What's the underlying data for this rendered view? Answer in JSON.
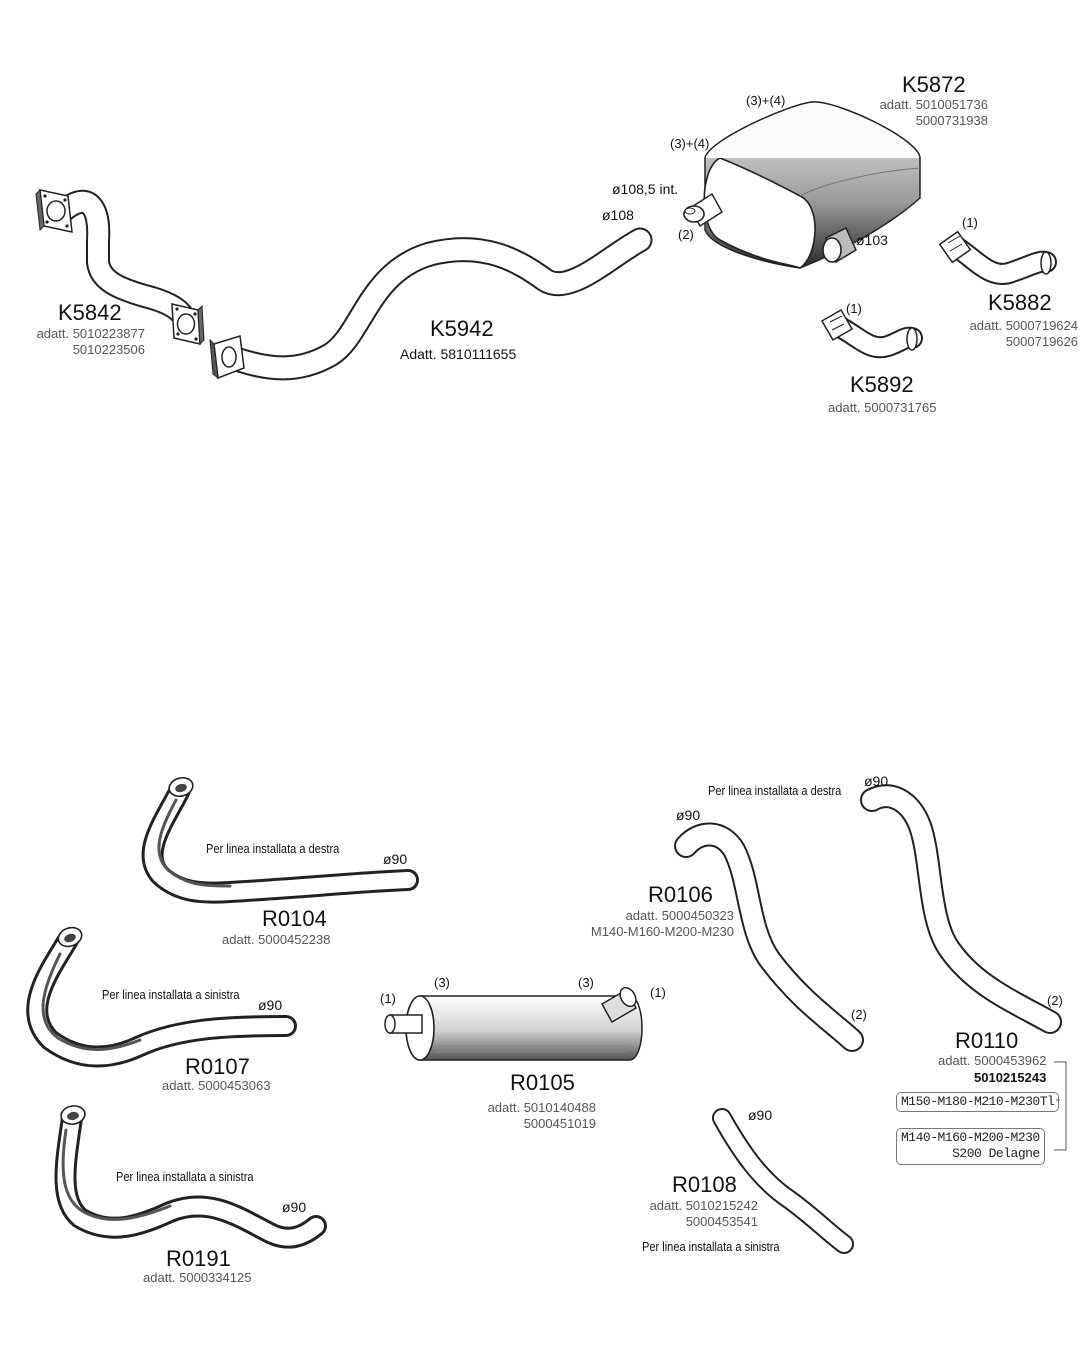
{
  "parts": {
    "k5842": {
      "code": "K5842",
      "adatt": [
        "adatt. 5010223877",
        "5010223506"
      ]
    },
    "k5942": {
      "code": "K5942",
      "adatt": "Adatt. 5810111655",
      "dim": "ø108"
    },
    "k5872": {
      "code": "K5872",
      "adatt": [
        "adatt. 5010051736",
        "5000731938"
      ],
      "marker_top": "(3)+(4)",
      "marker_left": "(3)+(4)",
      "inlet": "ø108,5  int.",
      "inlet_marker": "(2)",
      "outlet": "ø103"
    },
    "k5882": {
      "code": "K5882",
      "adatt": [
        "adatt. 5000719624",
        "5000719626"
      ],
      "marker": "(1)"
    },
    "k5892": {
      "code": "K5892",
      "adatt": "adatt. 5000731765",
      "marker": "(1)"
    },
    "r0104": {
      "code": "R0104",
      "adatt": "adatt. 5000452238",
      "note": "Per linea installata a destra",
      "dim": "ø90"
    },
    "r0107": {
      "code": "R0107",
      "adatt": "adatt. 5000453063",
      "note": "Per linea installata a sinistra",
      "dim": "ø90"
    },
    "r0191": {
      "code": "R0191",
      "adatt": "adatt. 5000334125",
      "note": "Per linea installata a sinistra",
      "dim": "ø90"
    },
    "r0105": {
      "code": "R0105",
      "adatt": [
        "adatt. 5010140488",
        "5000451019"
      ],
      "marker_in": "(1)",
      "marker_out": "(1)",
      "marker_3a": "(3)",
      "marker_3b": "(3)"
    },
    "r0106": {
      "code": "R0106",
      "adatt": [
        "adatt. 5000450323",
        "M140-M160-M200-M230"
      ],
      "dim": "ø90",
      "marker": "(2)"
    },
    "r0108": {
      "code": "R0108",
      "adatt": [
        "adatt. 5010215242",
        "5000453541"
      ],
      "dim": "ø90",
      "note": "Per linea installata a sinistra"
    },
    "r0110": {
      "code": "R0110",
      "adatt": "adatt. 5000453962",
      "adatt2": "5010215243",
      "dim": "ø90",
      "marker": "(2)",
      "note": "Per linea installata a destra",
      "box1": "M150-M180-M210-M230Tl",
      "box2": [
        "M140-M160-M200-M230",
        "S200 Delagne"
      ]
    }
  }
}
